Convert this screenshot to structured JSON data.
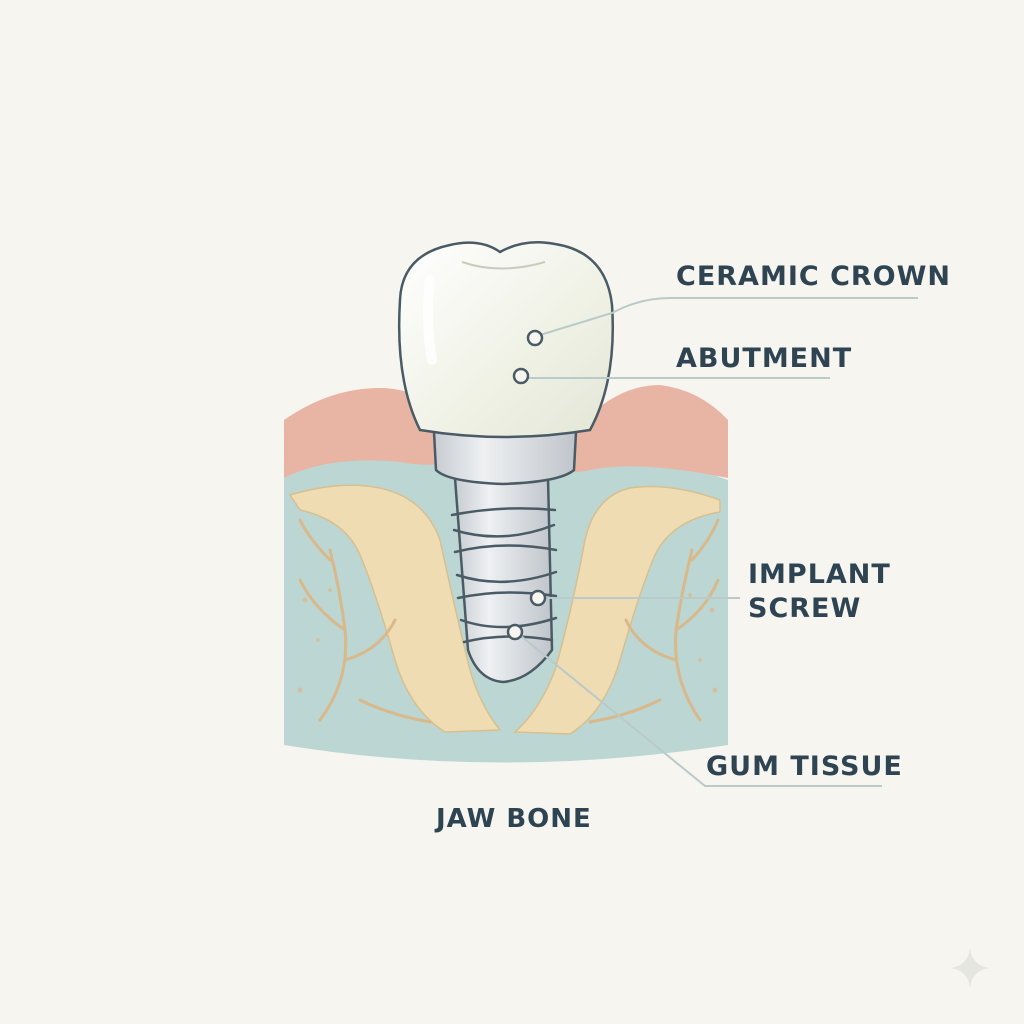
{
  "labels": {
    "ceramic_crown": "CERAMIC CROWN",
    "abutment": "ABUTMENT",
    "implant_screw": "IMPLANT SCREW",
    "gum_tissue": "GUM TISSUE",
    "jaw_bone": "JAW BONE"
  },
  "colors": {
    "background": "#f6f5ef",
    "gum": "#e8b4a4",
    "tissue": "#bcd6d3",
    "bone": "#efdcb2",
    "bone_vein": "#d9b88a",
    "crown": "#f1f2e8",
    "metal": "#d9dde0",
    "outline": "#4a5b66",
    "label_text": "#2f4452",
    "leader": "#b9cac8"
  },
  "icons": [
    "sparkle-icon"
  ]
}
